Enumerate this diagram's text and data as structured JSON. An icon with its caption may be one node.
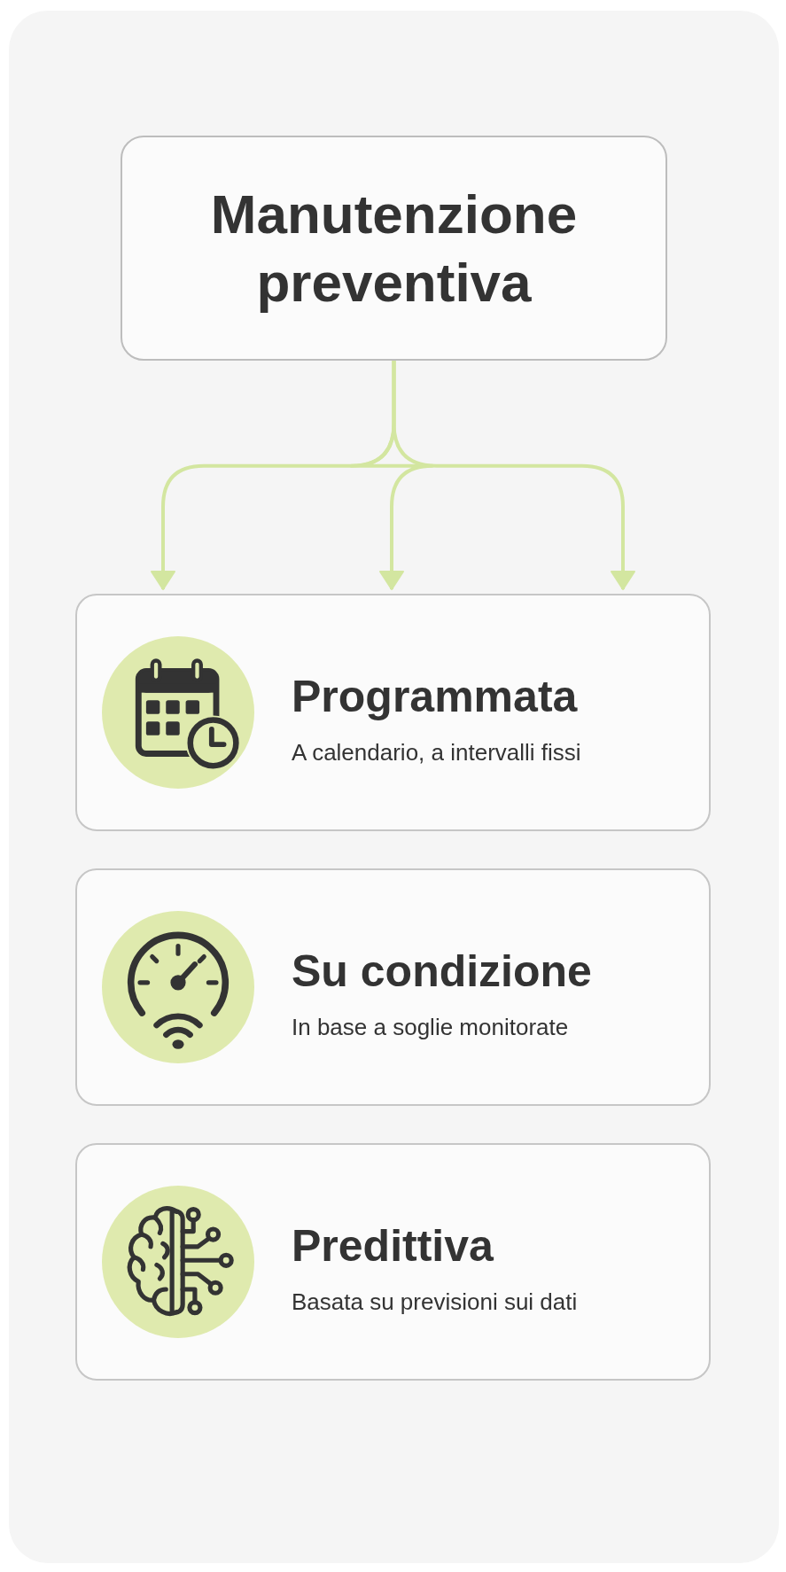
{
  "diagram": {
    "nodes": [
      {
        "text": [
          "Manutenzione preventiva"
        ]
      },
      {
        "text": [
          "Programmata",
          "A calendario, a intervalli fissi"
        ]
      },
      {
        "text": [
          "Su condizione",
          "In base a soglie monitorate"
        ]
      },
      {
        "text": [
          "Predittiva",
          "Basata su previsioni sui dati"
        ]
      }
    ],
    "edges": [
      {
        "from": 0,
        "to": 1,
        "arrow": "to"
      },
      {
        "from": 0,
        "to": 1,
        "arrow": "to"
      },
      {
        "from": 0,
        "to": 1,
        "arrow": "to"
      }
    ]
  }
}
